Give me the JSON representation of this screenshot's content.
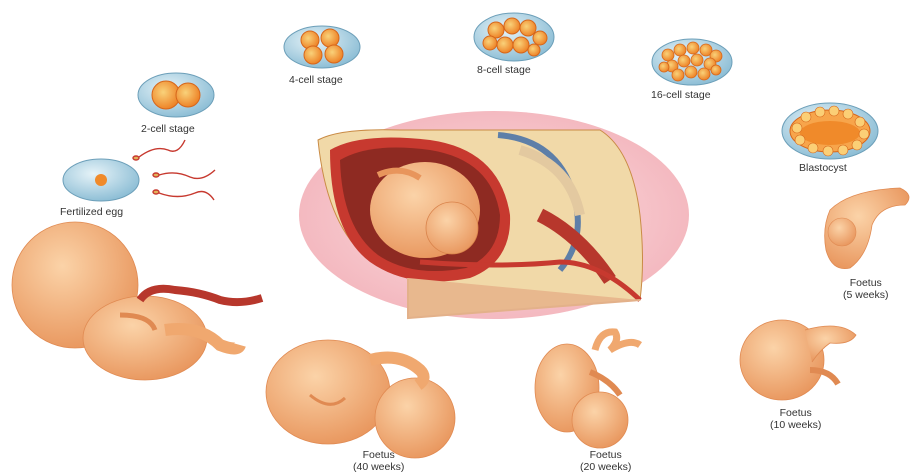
{
  "colors": {
    "background": "#ffffff",
    "cell_orange": "#f08a2a",
    "cell_yellow": "#f7c04a",
    "shell_blue": "#9ec9dd",
    "skin": "#f6b984",
    "skin_shadow": "#e99a62",
    "uterus_pink": "#f7c7cc",
    "tissue_red": "#c7392f",
    "label_text": "#333333"
  },
  "stages": {
    "fertilized_egg": "Fertilized egg",
    "two_cell": "2-cell stage",
    "four_cell": "4-cell stage",
    "eight_cell": "8-cell stage",
    "sixteen_cell": "16-cell stage",
    "blastocyst": "Blastocyst",
    "foetus_5": {
      "line1": "Foetus",
      "line2": "(5 weeks)"
    },
    "foetus_10": {
      "line1": "Foetus",
      "line2": "(10 weeks)"
    },
    "foetus_20": {
      "line1": "Foetus",
      "line2": "(20 weeks)"
    },
    "foetus_40": {
      "line1": "Foetus",
      "line2": "(40 weeks)"
    }
  }
}
